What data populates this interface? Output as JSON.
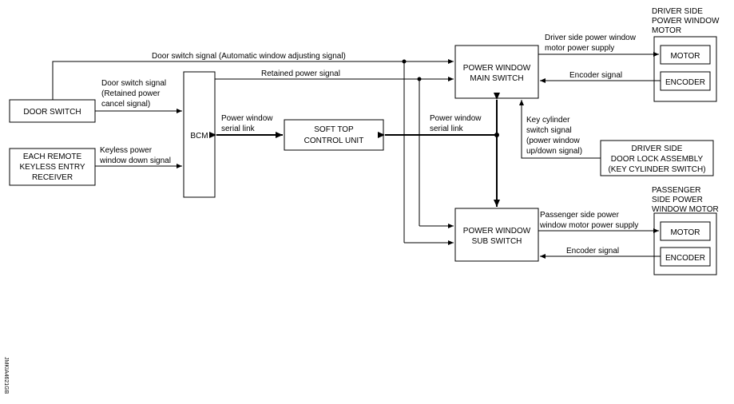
{
  "diagram": {
    "boxes": {
      "door_switch": [
        "DOOR SWITCH"
      ],
      "remote_keyless": [
        "EACH REMOTE",
        "KEYLESS ENTRY",
        "RECEIVER"
      ],
      "bcm": [
        "BCM"
      ],
      "soft_top": [
        "SOFT TOP",
        "CONTROL UNIT"
      ],
      "pw_main": [
        "POWER WINDOW",
        "MAIN SWITCH"
      ],
      "pw_sub": [
        "POWER WINDOW",
        "SUB SWITCH"
      ],
      "door_lock": [
        "DRIVER SIDE",
        "DOOR LOCK ASSEMBLY",
        "(KEY CYLINDER SWITCH)"
      ],
      "driver_motor_group": [
        "DRIVER SIDE",
        "POWER WINDOW",
        "MOTOR"
      ],
      "passenger_motor_group": [
        "PASSENGER",
        "SIDE POWER",
        "WINDOW MOTOR"
      ],
      "driver_motor": [
        "MOTOR"
      ],
      "driver_encoder": [
        "ENCODER"
      ],
      "passenger_motor": [
        "MOTOR"
      ],
      "passenger_encoder": [
        "ENCODER"
      ]
    },
    "signals": {
      "door_switch_auto": [
        "Door switch signal (Automatic window adjusting signal)"
      ],
      "door_switch_retained": [
        "Door switch signal",
        "(Retained power",
        "cancel signal)"
      ],
      "retained_power": [
        "Retained power signal"
      ],
      "keyless_down": [
        "Keyless power",
        "window down signal"
      ],
      "bcm_serial": [
        "Power window",
        "serial link"
      ],
      "main_serial": [
        "Power window",
        "serial link"
      ],
      "key_cylinder": [
        "Key cylinder",
        "switch signal",
        "(power window",
        "up/down signal)"
      ],
      "driver_power": [
        "Driver side power window",
        "motor power supply"
      ],
      "driver_encoder_sig": [
        "Encoder signal"
      ],
      "passenger_power": [
        "Passenger side power",
        "window motor power supply"
      ],
      "passenger_encoder_sig": [
        "Encoder signal"
      ]
    },
    "figure_id": "JMKIA4621GB"
  }
}
